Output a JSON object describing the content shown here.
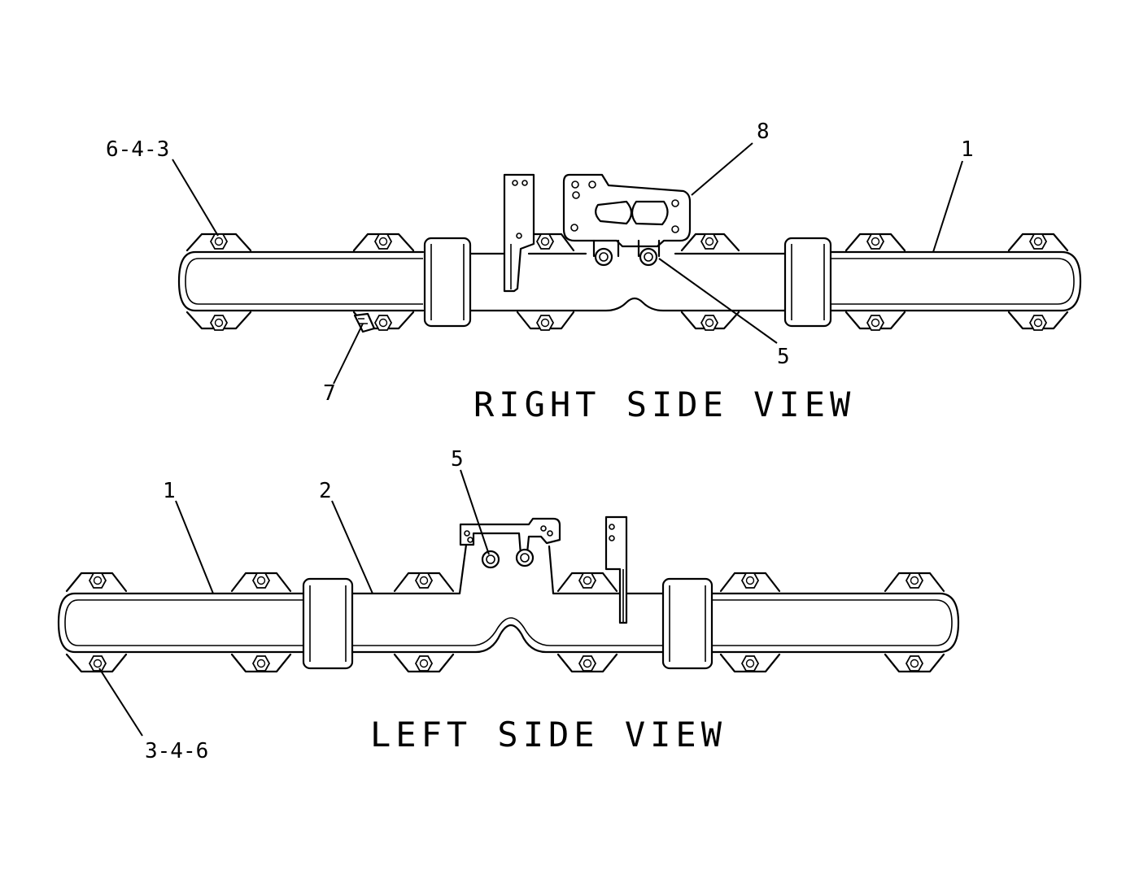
{
  "diagram": {
    "views": [
      {
        "id": "right",
        "title": "RIGHT SIDE VIEW",
        "callouts": [
          "6-4-3",
          "8",
          "1",
          "5",
          "7"
        ]
      },
      {
        "id": "left",
        "title": "LEFT SIDE VIEW",
        "callouts": [
          "5",
          "1",
          "2",
          "3-4-6"
        ]
      }
    ]
  },
  "colors": {
    "line": "#000000",
    "background": "#ffffff"
  }
}
